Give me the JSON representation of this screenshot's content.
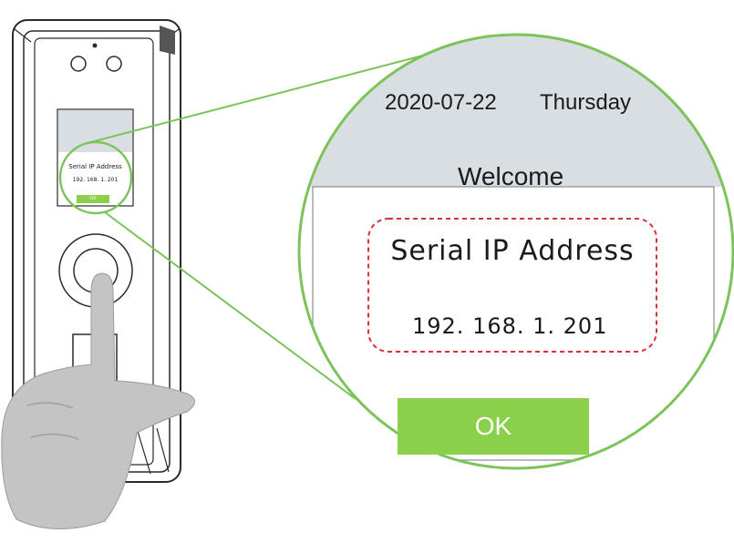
{
  "device_screen": {
    "dialog_title": "Serial IP Address",
    "ip_address": "192. 168. 1. 201",
    "ok_label": "OK"
  },
  "magnified_view": {
    "date": "2020-07-22",
    "weekday": "Thursday",
    "greeting": "Welcome",
    "dialog_title": "Serial IP Address",
    "ip_address": "192. 168. 1. 201",
    "ok_label": "OK"
  },
  "colors": {
    "accent_green": "#8ad04a",
    "callout_green": "#7cc35a",
    "highlight_red": "#d9303a",
    "screen_header": "#d9dee3",
    "hand_gray": "#c4c4c4"
  }
}
